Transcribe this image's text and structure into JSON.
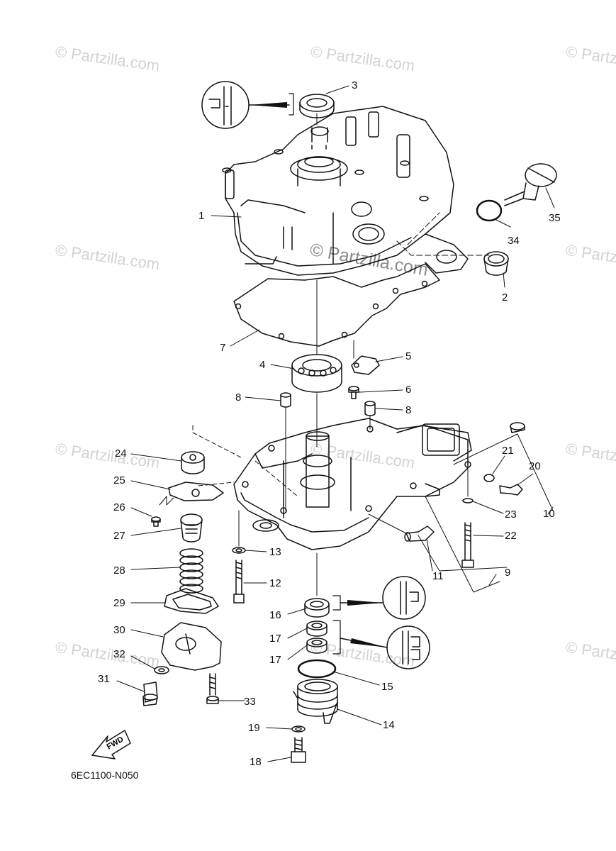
{
  "watermark": "© Partzilla.com",
  "diagram_code": "6EC1100-N050",
  "fwd_label": "FWD",
  "callouts": [
    "1",
    "2",
    "3",
    "4",
    "5",
    "6",
    "7",
    "8",
    "8",
    "9",
    "10",
    "11",
    "12",
    "13",
    "14",
    "15",
    "16",
    "17",
    "17",
    "18",
    "19",
    "20",
    "21",
    "22",
    "23",
    "24",
    "25",
    "26",
    "27",
    "28",
    "29",
    "30",
    "31",
    "32",
    "33",
    "34",
    "35"
  ]
}
